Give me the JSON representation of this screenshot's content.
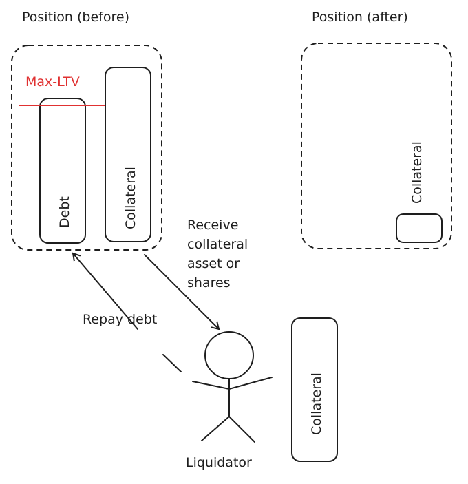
{
  "before": {
    "title": "Position (before)",
    "debt_label": "Debt",
    "collateral_label": "Collateral",
    "max_ltv_label": "Max-LTV"
  },
  "after": {
    "title": "Position (after)",
    "collateral_label": "Collateral"
  },
  "arrows": {
    "receive_label": [
      "Receive",
      "collateral",
      "asset or",
      "shares"
    ],
    "repay_label": "Repay debt"
  },
  "liquidator": {
    "label": "Liquidator",
    "collateral_label": "Collateral"
  },
  "colors": {
    "stroke": "#1e1e1e",
    "max_ltv": "#e03131"
  }
}
